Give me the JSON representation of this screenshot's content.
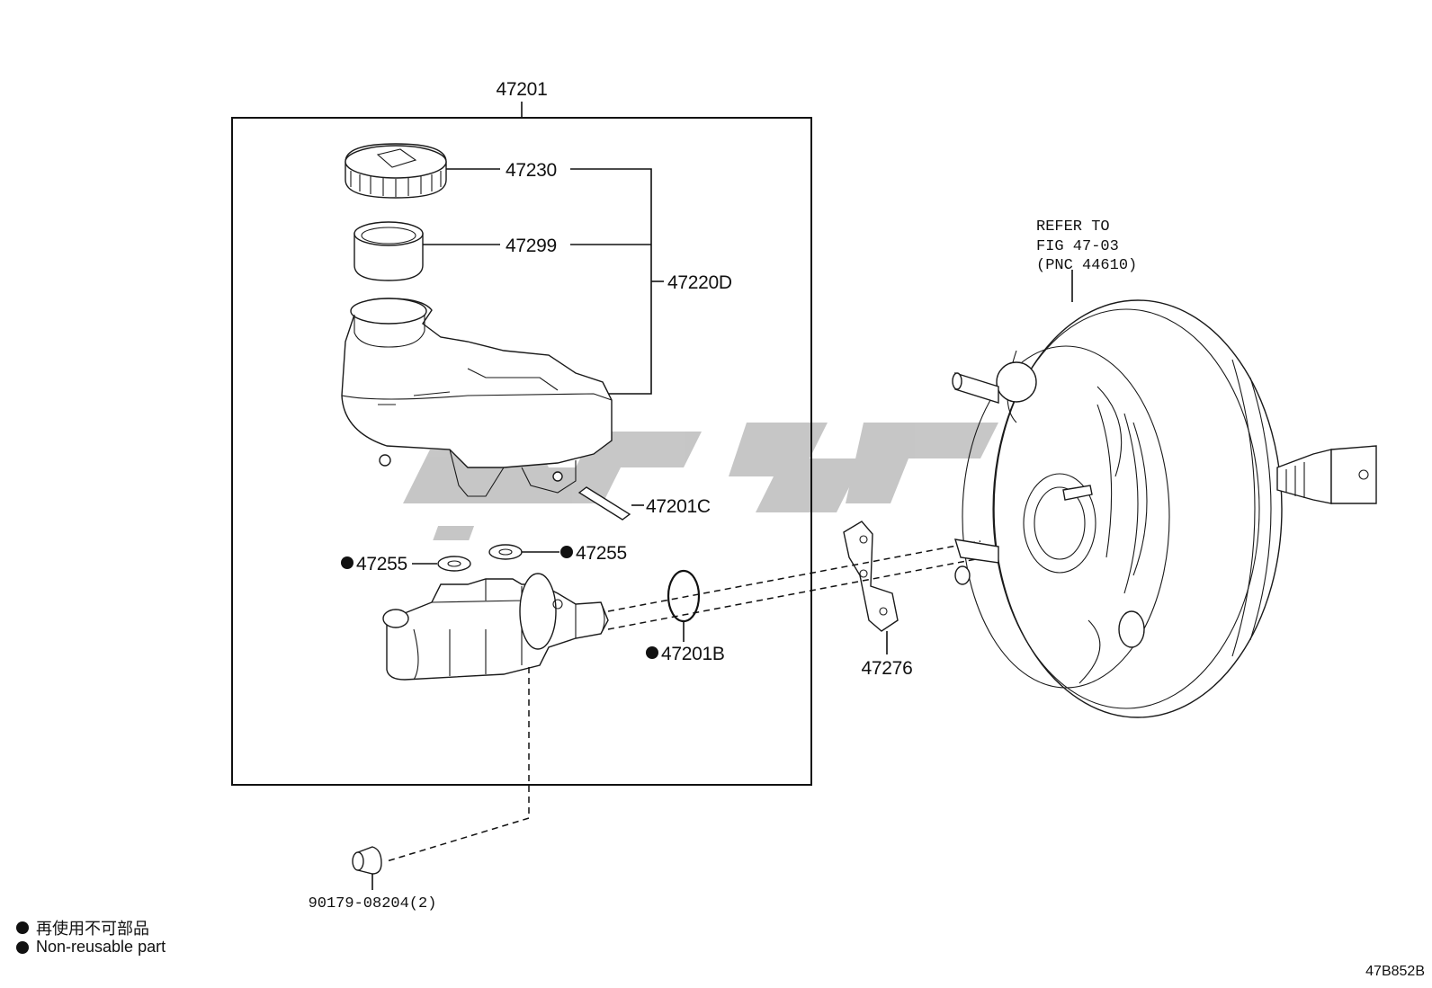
{
  "callouts": {
    "assembly": "47201",
    "cap": "47230",
    "strainer": "47299",
    "reservoir_set": "47220D",
    "pin": "47201C",
    "grommet_left": "47255",
    "grommet_right": "47255",
    "oring": "47201B",
    "gasket": "47276",
    "plug": "90179-08204(2)"
  },
  "booster_ref": {
    "line1": "REFER TO",
    "line2": "FIG 47-03",
    "line3": "(PNC 44610)"
  },
  "legend": {
    "line1": "再使用不可部品",
    "line2": "Non-reusable part"
  },
  "figure_code": "47B852B",
  "colors": {
    "line": "#1a1a1a",
    "watermark": "#b8b8b8"
  }
}
